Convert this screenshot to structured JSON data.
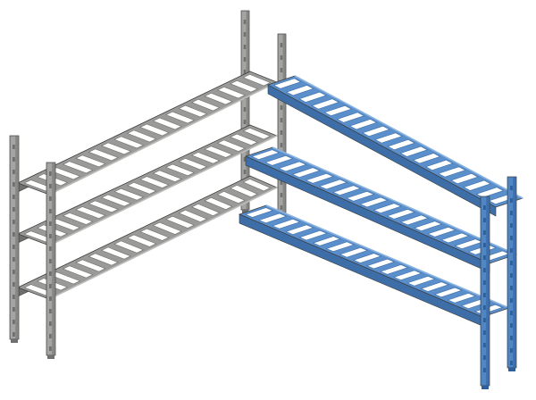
{
  "colors": {
    "background": "#ffffff",
    "grey_deck": "#9a9a98",
    "grey_deck_shade": "#6f6f6d",
    "grey_deck_light": "#bdbdbb",
    "grey_post": "#a4a4a2",
    "grey_post_dark": "#70706e",
    "grey_slot": "#ffffff",
    "blue_deck": "#5a8fcb",
    "blue_deck_shade": "#3d6ea8",
    "blue_deck_light": "#8ab3e0",
    "blue_post": "#4f86c6",
    "blue_post_dark": "#2f5f98",
    "blue_slot": "#ffffff",
    "outline": "#3a3a3a"
  },
  "scene": {
    "description_icon": "corner-shelving-unit",
    "grey_unit": {
      "tiers": 3,
      "slots_per_tier": 18,
      "material": "grey"
    },
    "blue_unit": {
      "tiers": 3,
      "slots_per_tier": 18,
      "material": "blue"
    }
  }
}
